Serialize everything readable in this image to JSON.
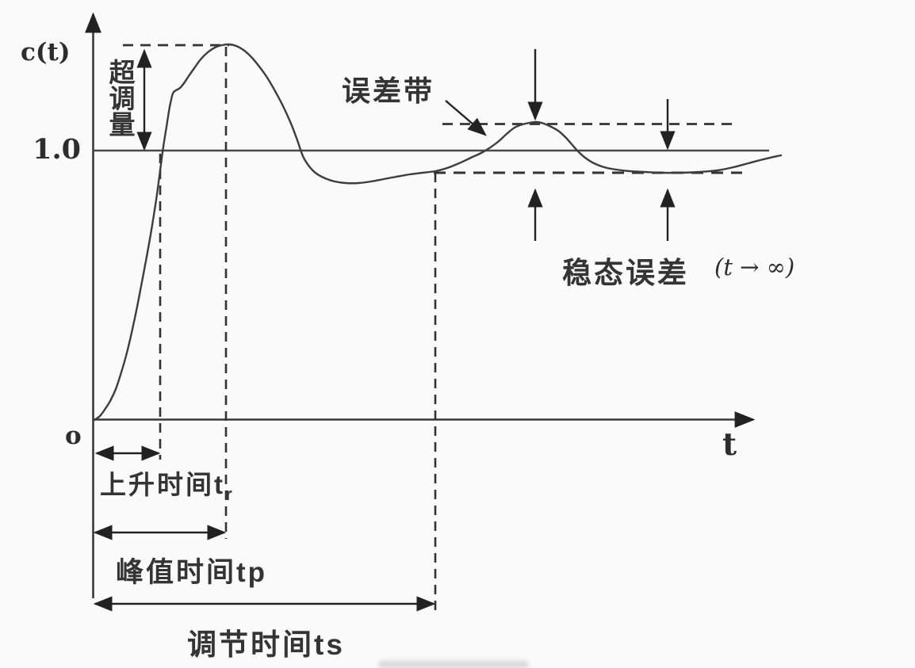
{
  "figure": {
    "y_axis_label": "c(t)",
    "x_axis_label": "t",
    "origin_label": "o",
    "steady_value_label": "1.0",
    "overshoot_label": "超调量",
    "error_band_label": "误差带",
    "steady_state_error_label": "稳态误差",
    "limit_label": "(t → ∞)",
    "rise_time_label": "上升时间t",
    "rise_time_subscript": "r",
    "peak_time_label": "峰值时间tp",
    "settling_time_label": "调节时间ts",
    "steady_state_value": 1.0,
    "colors": {
      "line": "#3a3a3a",
      "curve": "#3d3d3d",
      "background": "#fafafa"
    },
    "curve_points": [
      [
        119,
        530
      ],
      [
        126,
        525
      ],
      [
        132,
        517
      ],
      [
        139,
        506
      ],
      [
        146,
        491
      ],
      [
        152,
        473
      ],
      [
        159,
        449
      ],
      [
        166,
        420
      ],
      [
        174,
        382
      ],
      [
        182,
        340
      ],
      [
        190,
        296
      ],
      [
        197,
        252
      ],
      [
        202,
        215
      ],
      [
        206,
        185
      ],
      [
        210,
        160
      ],
      [
        214,
        135
      ],
      [
        218,
        118
      ],
      [
        222,
        114
      ],
      [
        227,
        111
      ],
      [
        232,
        105
      ],
      [
        238,
        96
      ],
      [
        245,
        86
      ],
      [
        253,
        75
      ],
      [
        262,
        66
      ],
      [
        271,
        60
      ],
      [
        280,
        57
      ],
      [
        289,
        56
      ],
      [
        298,
        58
      ],
      [
        307,
        63
      ],
      [
        317,
        72
      ],
      [
        327,
        84
      ],
      [
        337,
        98
      ],
      [
        347,
        115
      ],
      [
        357,
        134
      ],
      [
        367,
        156
      ],
      [
        375,
        177
      ],
      [
        382,
        197
      ],
      [
        390,
        210
      ],
      [
        399,
        219
      ],
      [
        410,
        225
      ],
      [
        422,
        229
      ],
      [
        436,
        231
      ],
      [
        452,
        231
      ],
      [
        468,
        229
      ],
      [
        484,
        226
      ],
      [
        500,
        223
      ],
      [
        517,
        220
      ],
      [
        533,
        218
      ],
      [
        549,
        216
      ],
      [
        564,
        212
      ],
      [
        579,
        206
      ],
      [
        594,
        199
      ],
      [
        607,
        193
      ],
      [
        617,
        187
      ],
      [
        628,
        179
      ],
      [
        639,
        169
      ],
      [
        649,
        161
      ],
      [
        659,
        157
      ],
      [
        668,
        155
      ],
      [
        677,
        154
      ],
      [
        686,
        156
      ],
      [
        695,
        160
      ],
      [
        704,
        165
      ],
      [
        713,
        173
      ],
      [
        721,
        182
      ],
      [
        729,
        191
      ],
      [
        738,
        199
      ],
      [
        749,
        206
      ],
      [
        762,
        211
      ],
      [
        777,
        214
      ],
      [
        794,
        216
      ],
      [
        813,
        217
      ],
      [
        835,
        218
      ],
      [
        858,
        218
      ],
      [
        882,
        217
      ],
      [
        905,
        215
      ],
      [
        925,
        211
      ],
      [
        944,
        206
      ],
      [
        963,
        201
      ],
      [
        985,
        196
      ]
    ]
  }
}
